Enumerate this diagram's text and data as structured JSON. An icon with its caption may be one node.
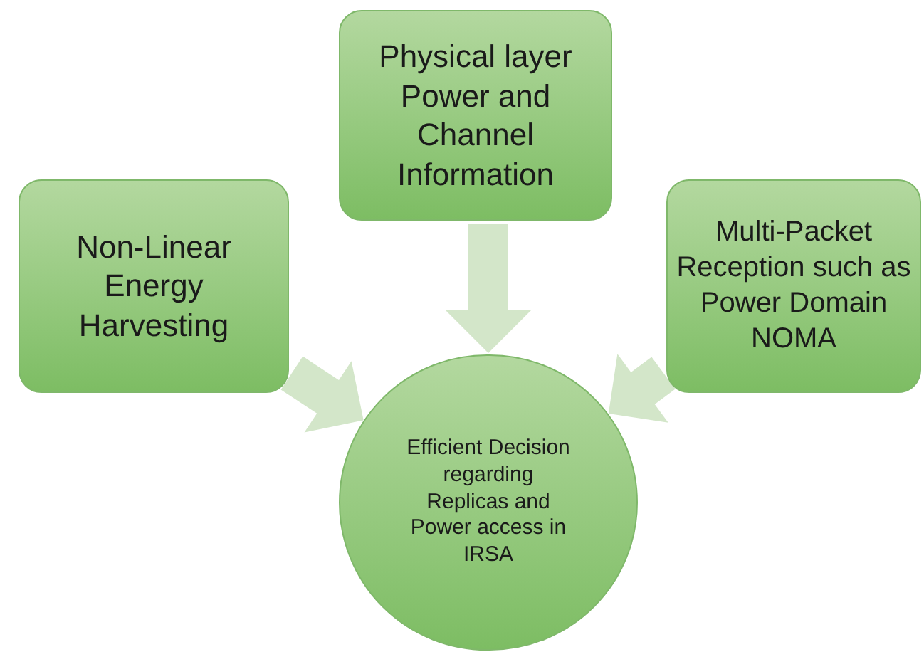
{
  "diagram": {
    "nodes": [
      {
        "text": [
          "Non-Linear Energy Harvesting"
        ]
      },
      {
        "text": [
          "Physical layer Power and Channel Information"
        ]
      },
      {
        "text": [
          "Multi-Packet Reception such as Power Domain NOMA"
        ]
      },
      {
        "text": [
          "Efficient Decision regarding Replicas and Power access in IRSA"
        ]
      }
    ],
    "edges": [
      {
        "from": 0,
        "to": 3,
        "arrow": "to"
      },
      {
        "from": 1,
        "to": 3,
        "arrow": "to"
      },
      {
        "from": 2,
        "to": 3,
        "arrow": "to"
      }
    ]
  }
}
